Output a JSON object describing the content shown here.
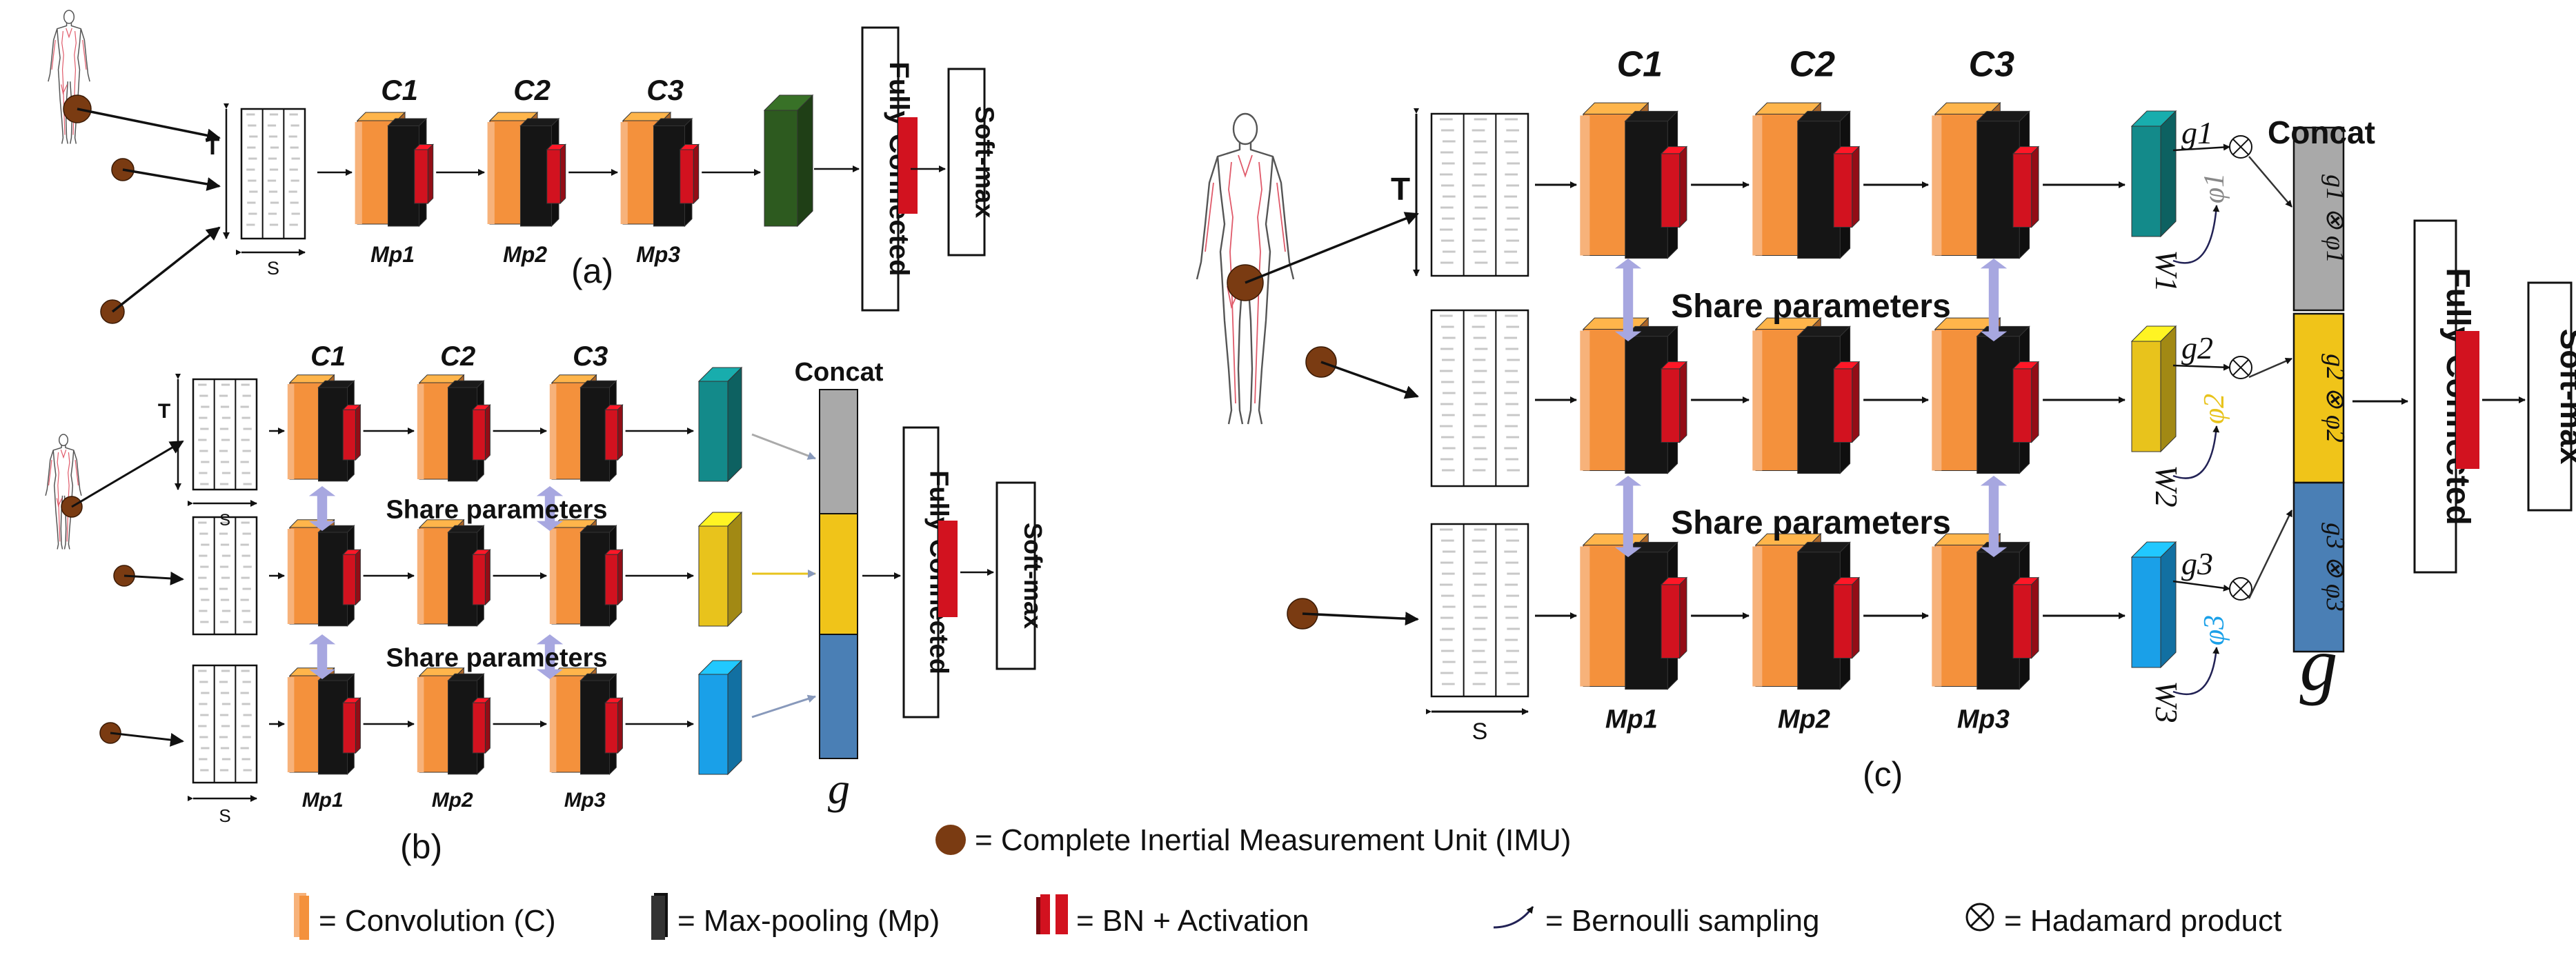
{
  "panels": {
    "a": {
      "caption": "(a)",
      "layers": [
        "C1",
        "C2",
        "C3"
      ],
      "pools": [
        "Mp1",
        "Mp2",
        "Mp3"
      ],
      "fc": "Fully Connected",
      "softmax": "Soft-max",
      "axis_t": "T",
      "axis_s": "S"
    },
    "b": {
      "caption": "(b)",
      "layers": [
        "C1",
        "C2",
        "C3"
      ],
      "pools": [
        "Mp1",
        "Mp2",
        "Mp3"
      ],
      "share": "Share parameters",
      "concat": "Concat",
      "g": "g",
      "fc": "Fully Connected",
      "softmax": "Soft-max",
      "axis_t": "T",
      "axis_s": "S"
    },
    "c": {
      "caption": "(c)",
      "layers": [
        "C1",
        "C2",
        "C3"
      ],
      "pools": [
        "Mp1",
        "Mp2",
        "Mp3"
      ],
      "share": "Share parameters",
      "concat": "Concat",
      "g": "g",
      "fc": "Fully Connected",
      "softmax": "Soft-max",
      "axis_t": "T",
      "axis_s": "S",
      "branch_g": [
        "g1",
        "g2",
        "g3"
      ],
      "weights": [
        "W1",
        "W2",
        "W3"
      ],
      "phis": [
        "φ1",
        "φ2",
        "φ3"
      ],
      "concat_cells": [
        "g1 ⊗ φ1",
        "g2 ⊗ φ2",
        "g3 ⊗ φ3"
      ]
    }
  },
  "legend": {
    "imu": "= Complete Inertial Measurement Unit (IMU)",
    "conv": "= Convolution (C)",
    "pool": "= Max-pooling (Mp)",
    "bn": "= BN + Activation",
    "bernoulli": "= Bernoulli sampling",
    "hadamard": "= Hadamard product"
  },
  "colors": {
    "conv": "#f4913c",
    "conv_light": "#f7b27a",
    "pool": "#111111",
    "bn": "#d2121f",
    "imu": "#7a3b12",
    "feat_a": "#2d5a1f",
    "feat_teal": "#138a8a",
    "feat_yellow": "#e8c31c",
    "feat_blue": "#1aa0e8",
    "concat_gray": "#a9a9a9",
    "concat_yellow": "#f0c419",
    "concat_blue": "#4a7fb5",
    "share_arrow": "#a7a7e0",
    "body_red": "#e05a6a"
  }
}
